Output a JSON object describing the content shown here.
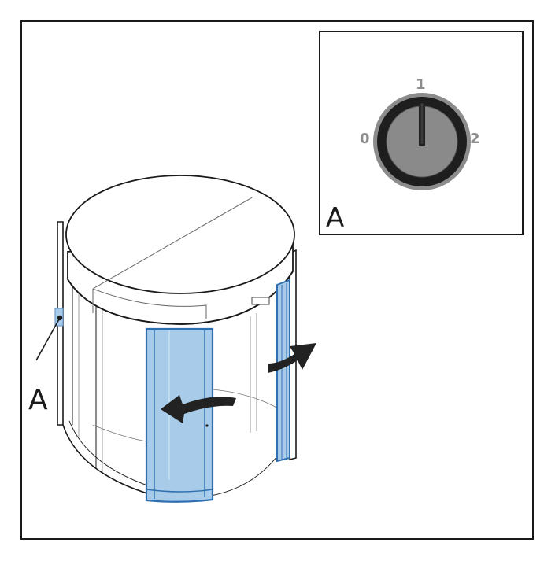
{
  "figure": {
    "callout_main": "A",
    "callout_inset": "A"
  },
  "key_switch": {
    "positions": [
      "0",
      "1",
      "2"
    ],
    "current_position": "1"
  },
  "colors": {
    "door_glass": "#a8cbea",
    "door_frame": "#2f6fb0",
    "arrow": "#222222",
    "switch_ring": "#8c8c8c",
    "switch_body": "#1e1e1e",
    "switch_face": "#8a8a8a",
    "highlight": "#a8cbea"
  }
}
